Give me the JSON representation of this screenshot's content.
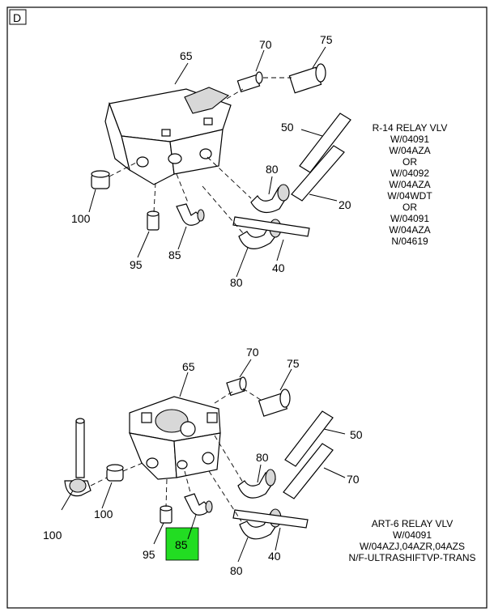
{
  "frame": {
    "corner_label": "D"
  },
  "top_assembly": {
    "callouts": {
      "c65": "65",
      "c70": "70",
      "c75": "75",
      "c50": "50",
      "c80a": "80",
      "c20": "20",
      "c100": "100",
      "c95": "95",
      "c85": "85",
      "c40": "40",
      "c80b": "80"
    },
    "note_lines": [
      "R-14 RELAY VLV",
      "W/04091",
      "W/04AZA",
      "OR",
      "W/04092",
      "W/04AZA",
      "W/04WDT",
      "OR",
      "W/04091",
      "W/04AZA",
      "N/04619"
    ]
  },
  "bottom_assembly": {
    "callouts": {
      "c70": "70",
      "c65": "65",
      "c75": "75",
      "c50": "50",
      "c80a": "80",
      "c70b": "70",
      "c100a": "100",
      "c100b": "100",
      "c95": "95",
      "c85": "85",
      "c40": "40",
      "c80b": "80"
    },
    "note_lines": [
      "ART-6 RELAY VLV",
      "W/04091",
      "W/04AZJ,04AZR,04AZS",
      "N/F-ULTRASHIFTVP-TRANS"
    ],
    "highlight_color": "#22dd22"
  }
}
